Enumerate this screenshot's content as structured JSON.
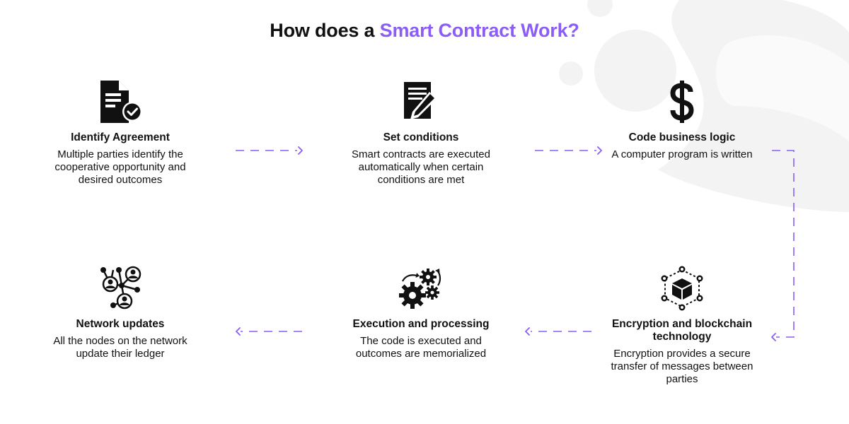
{
  "title": {
    "prefix": "How does a ",
    "highlight": "Smart Contract Work?"
  },
  "colors": {
    "accent": "#8b5cf6",
    "text": "#111111",
    "decoration": "#f3f3f3"
  },
  "steps": [
    {
      "icon": "document-check-icon",
      "heading": "Identify Agreement",
      "description": "Multiple parties identify the cooperative opportunity and desired outcomes"
    },
    {
      "icon": "document-pen-icon",
      "heading": "Set conditions",
      "description": "Smart contracts are executed automatically when certain conditions are met"
    },
    {
      "icon": "dollar-icon",
      "heading": "Code business logic",
      "description": "A computer program is written"
    },
    {
      "icon": "blockchain-cube-icon",
      "heading": "Encryption and blockchain technology",
      "description": "Encryption provides a secure transfer of messages between parties"
    },
    {
      "icon": "gears-icon",
      "heading": "Execution and processing",
      "description": "The code is executed and outcomes are memorialized"
    },
    {
      "icon": "network-users-icon",
      "heading": "Network updates",
      "description": "All the nodes on the network update their ledger"
    }
  ]
}
